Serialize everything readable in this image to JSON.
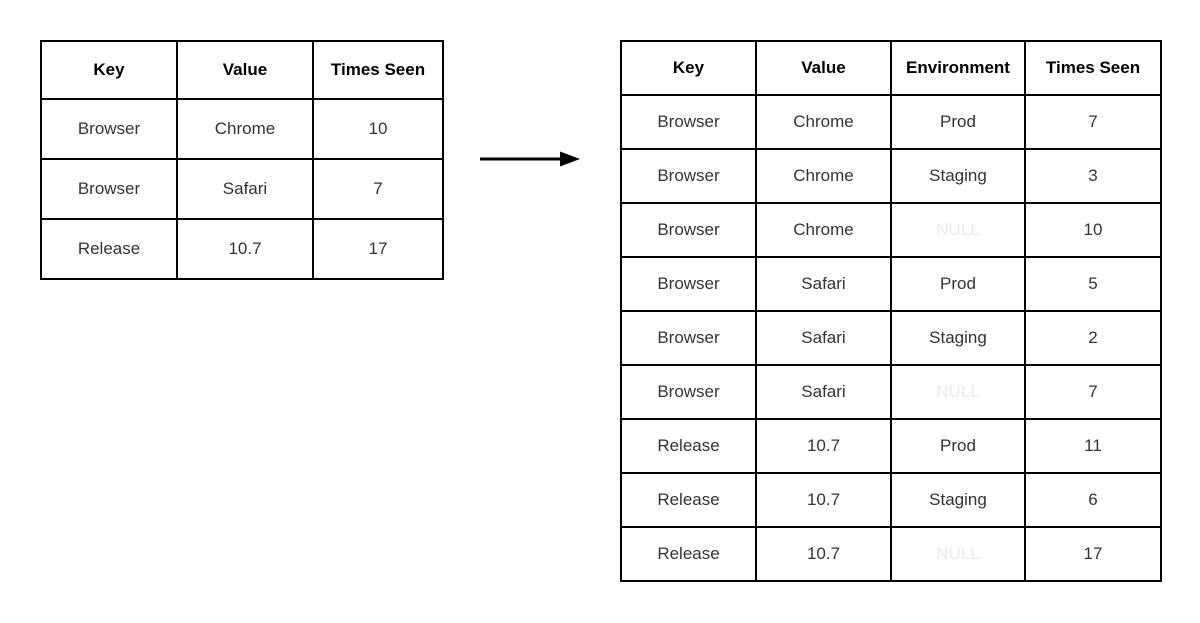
{
  "diagram": {
    "muted_value": "NULL"
  },
  "left_table": {
    "headers": [
      "Key",
      "Value",
      "Times Seen"
    ],
    "rows": [
      [
        "Browser",
        "Chrome",
        "10"
      ],
      [
        "Browser",
        "Safari",
        "7"
      ],
      [
        "Release",
        "10.7",
        "17"
      ]
    ]
  },
  "right_table": {
    "headers": [
      "Key",
      "Value",
      "Environment",
      "Times Seen"
    ],
    "rows": [
      [
        "Browser",
        "Chrome",
        "Prod",
        "7"
      ],
      [
        "Browser",
        "Chrome",
        "Staging",
        "3"
      ],
      [
        "Browser",
        "Chrome",
        "NULL",
        "10"
      ],
      [
        "Browser",
        "Safari",
        "Prod",
        "5"
      ],
      [
        "Browser",
        "Safari",
        "Staging",
        "2"
      ],
      [
        "Browser",
        "Safari",
        "NULL",
        "7"
      ],
      [
        "Release",
        "10.7",
        "Prod",
        "11"
      ],
      [
        "Release",
        "10.7",
        "Staging",
        "6"
      ],
      [
        "Release",
        "10.7",
        "NULL",
        "17"
      ]
    ]
  },
  "colors": {
    "border": "#000000",
    "header_text": "#000000",
    "body_text": "#333333",
    "muted_text": "#ebebeb",
    "background": "#ffffff",
    "arrow": "#000000"
  }
}
